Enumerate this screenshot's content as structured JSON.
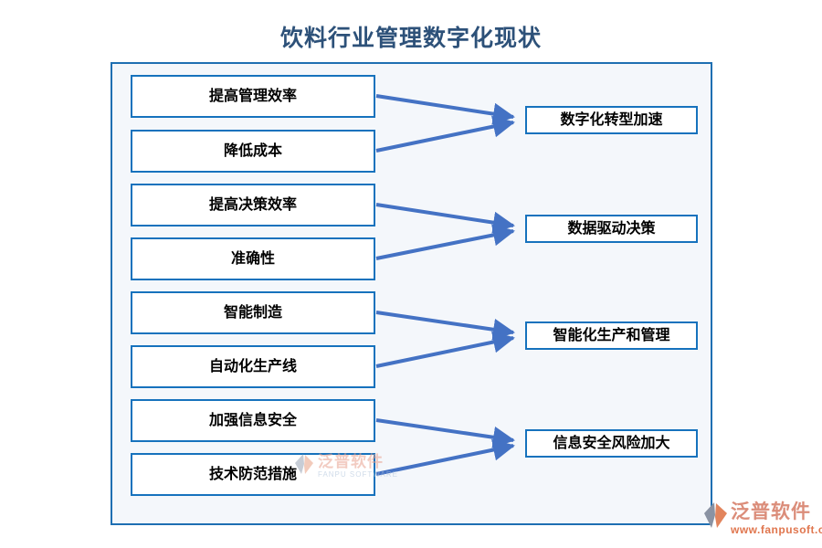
{
  "title": "饮料行业管理数字化现状",
  "colors": {
    "box_border": "#1672bd",
    "frame_border": "#1e6fb2",
    "frame_background": "#f4f7fb",
    "arrow": "#4472c4",
    "title_text": "#2d5179",
    "logo_coral": "#db8d7a",
    "logo_orange": "#e0764e"
  },
  "diagram": {
    "groups": [
      {
        "causes": [
          "提高管理效率",
          "降低成本"
        ],
        "effect": "数字化转型加速"
      },
      {
        "causes": [
          "提高决策效率",
          "准确性"
        ],
        "effect": "数据驱动决策"
      },
      {
        "causes": [
          "智能制造",
          "自动化生产线"
        ],
        "effect": "智能化生产和管理"
      },
      {
        "causes": [
          "加强信息安全",
          "技术防范措施"
        ],
        "effect": "信息安全风险加大"
      }
    ]
  },
  "watermark": {
    "cn": "泛普软件",
    "en": "FANPU SOFTWARE"
  },
  "footer_logo": {
    "cn": "泛普软件",
    "url": "www.fanpusoft.com"
  }
}
